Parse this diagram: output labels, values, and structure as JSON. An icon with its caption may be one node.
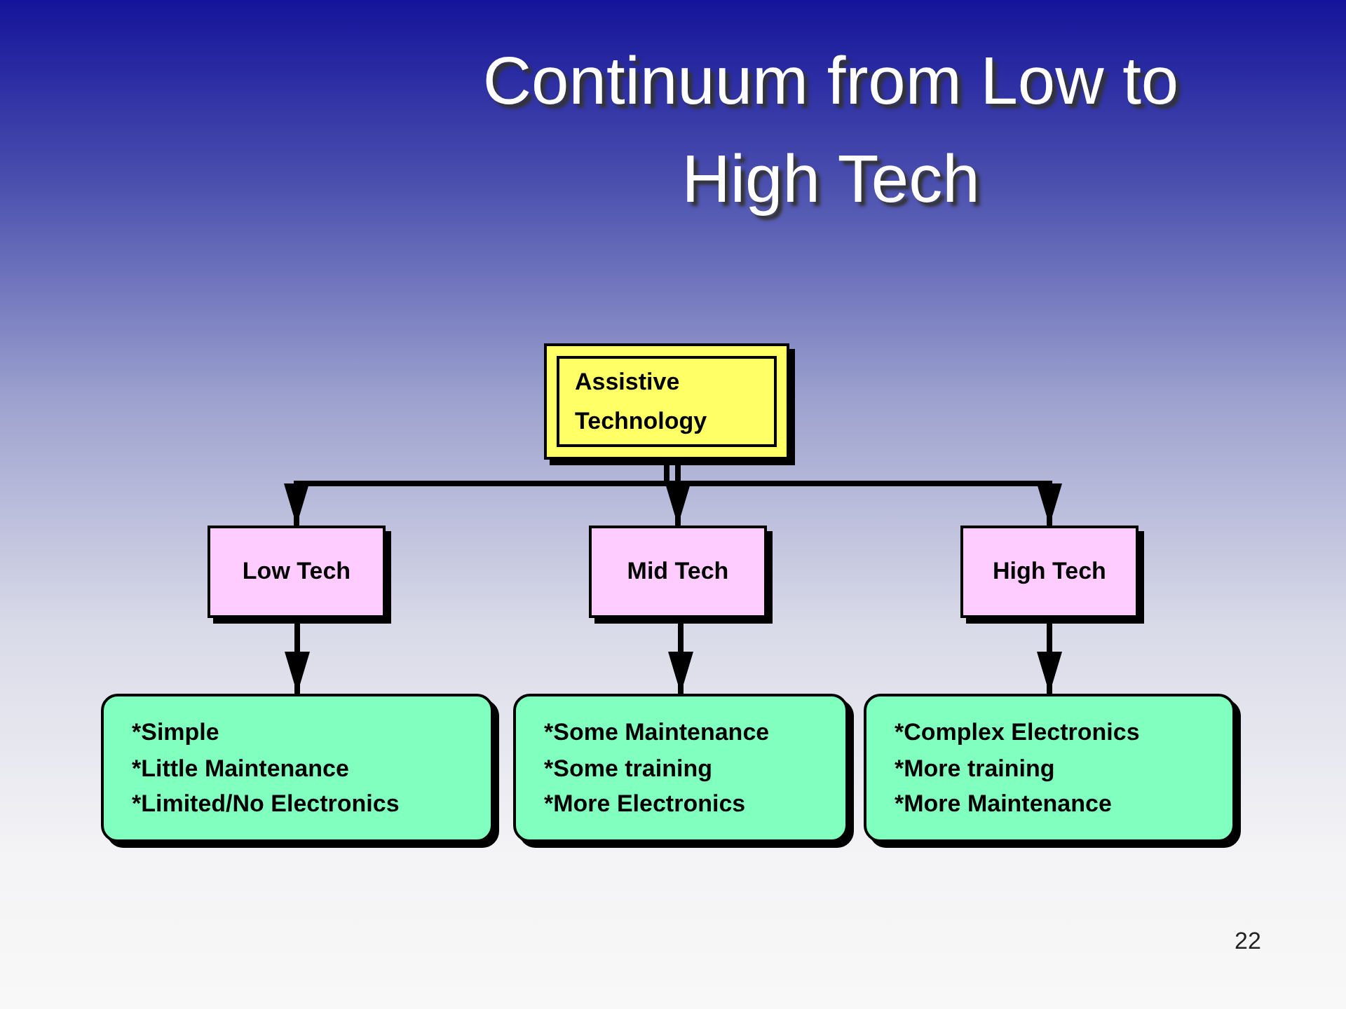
{
  "diagram": {
    "title": "Continuum from Low to High Tech",
    "nodes": [
      {
        "text": [
          "Assistive Technology"
        ]
      },
      {
        "text": [
          "Low Tech"
        ]
      },
      {
        "text": [
          "Mid Tech"
        ]
      },
      {
        "text": [
          "High Tech"
        ]
      },
      {
        "text": [
          "*Simple",
          "*Little Maintenance",
          "*Limited/No Electronics"
        ]
      },
      {
        "text": [
          "*Some Maintenance",
          "*Some training",
          "*More Electronics"
        ]
      },
      {
        "text": [
          "*Complex Electronics",
          "*More training",
          "*More Maintenance"
        ]
      }
    ],
    "edges": [
      {
        "from": 0,
        "to": 1,
        "arrow": "to"
      },
      {
        "from": 0,
        "to": 2,
        "arrow": "to"
      },
      {
        "from": 0,
        "to": 3,
        "arrow": "to"
      },
      {
        "from": 1,
        "to": 4,
        "arrow": "to"
      },
      {
        "from": 2,
        "to": 5,
        "arrow": "to"
      },
      {
        "from": 3,
        "to": 6,
        "arrow": "to"
      }
    ],
    "labels": [
      "22"
    ]
  }
}
